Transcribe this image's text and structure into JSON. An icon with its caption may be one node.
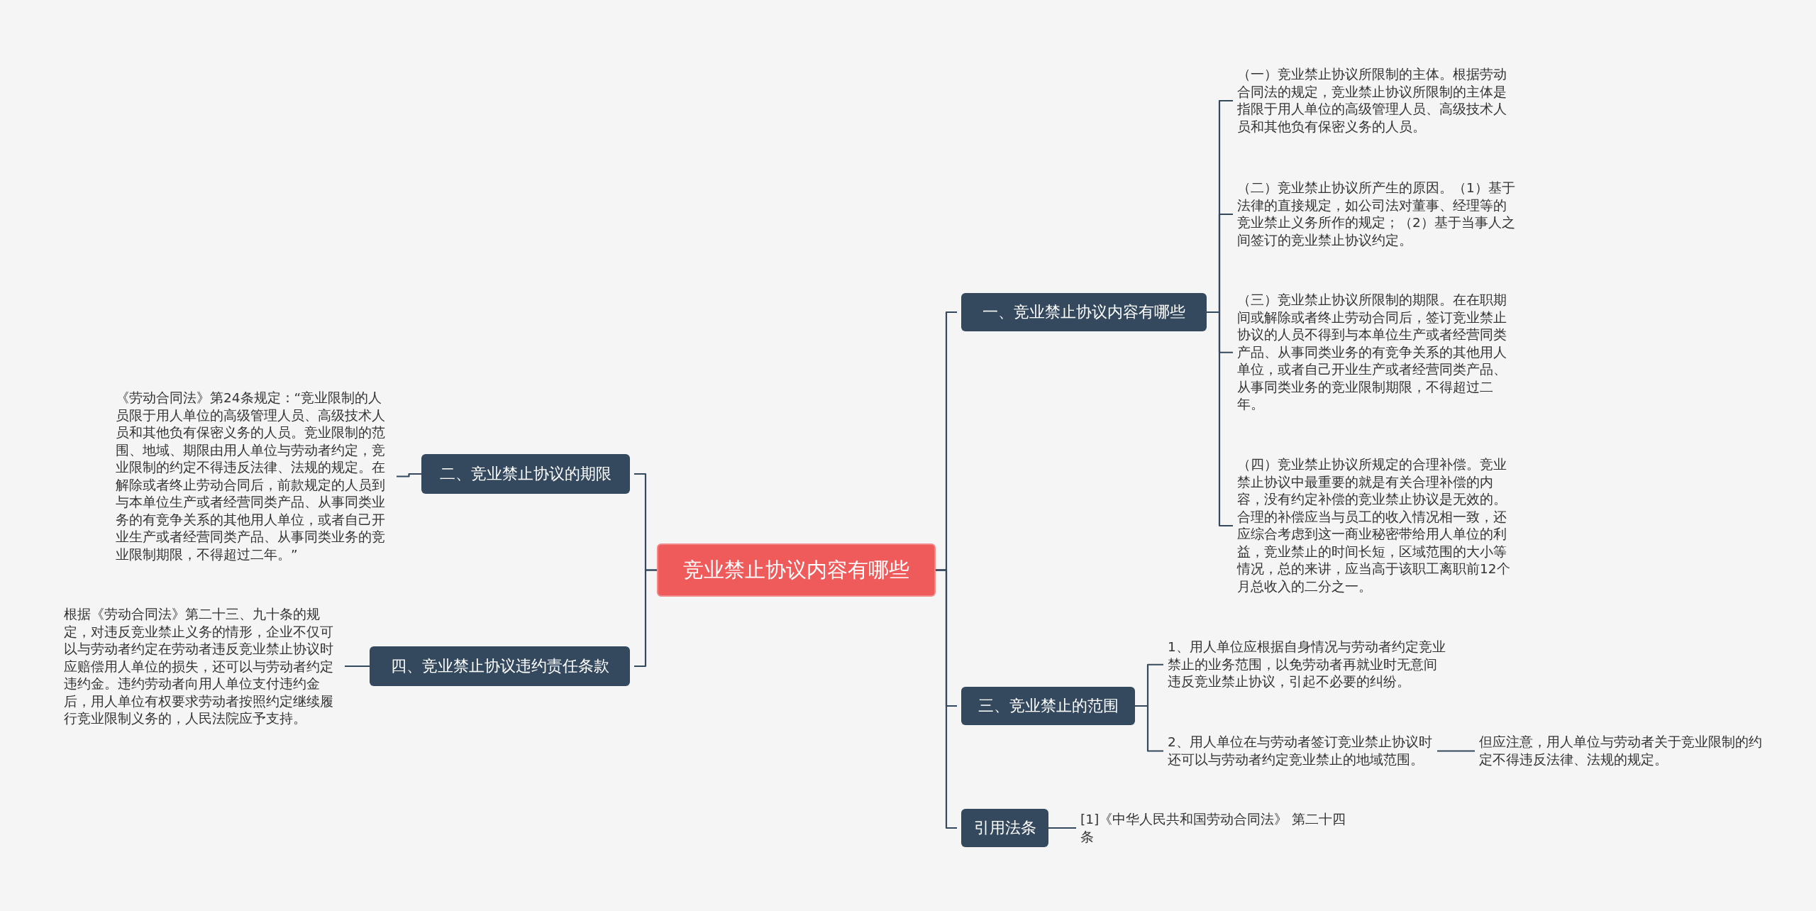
{
  "diagram": {
    "nodes": [
      {
        "text": [
          "竞业禁止协议内容有哪些"
        ]
      },
      {
        "text": [
          "一、竞业禁止协议内容有哪些"
        ]
      },
      {
        "text": [
          "（一）竞业禁止协议所限制的主体。根据劳动合同法的规定，竞业禁止协议所限制的主体是指限于用人单位的高级管理人员、高级技术人员和其他负有保密义务的人员。"
        ]
      },
      {
        "text": [
          "（二）竞业禁止协议所产生的原因。（1）基于法律的直接规定，如公司法对董事、经理等的竞业禁止义务所作的规定；（2）基于当事人之间签订的竞业禁止协议约定。"
        ]
      },
      {
        "text": [
          "（三）竞业禁止协议所限制的期限。在在职期间或解除或者终止劳动合同后，签订竞业禁止协议的人员不得到与本单位生产或者经营同类产品、从事同类业务的有竞争关系的其他用人单位，或者自己开业生产或者经营同类产品、从事同类业务的竞业限制期限，不得超过二年。"
        ]
      },
      {
        "text": [
          "（四）竞业禁止协议所规定的合理补偿。竞业禁止协议中最重要的就是有关合理补偿的内容，没有约定补偿的竞业禁止协议是无效的。合理的补偿应当与员工的收入情况相一致，还应综合考虑到这一商业秘密带给用人单位的利益，竞业禁止的时间长短，区域范围的大小等情况，总的来讲，应当高于该职工离职前12个月总收入的二分之一。"
        ]
      },
      {
        "text": [
          "二、竞业禁止协议的期限"
        ]
      },
      {
        "text": [
          "《劳动合同法》第24条规定：“竞业限制的人员限于用人单位的高级管理人员、高级技术人员和其他负有保密义务的人员。竞业限制的范围、地域、期限由用人单位与劳动者约定，竞业限制的约定不得违反法律、法规的规定。在解除或者终止劳动合同后，前款规定的人员到与本单位生产或者经营同类产品、从事同类业务的有竞争关系的其他用人单位，或者自己开业生产或者经营同类产品、从事同类业务的竞业限制期限，不得超过二年。”"
        ]
      },
      {
        "text": [
          "三、竞业禁止的范围"
        ]
      },
      {
        "text": [
          "1、用人单位应根据自身情况与劳动者约定竞业禁止的业务范围，以免劳动者再就业时无意间违反竞业禁止协议，引起不必要的纠纷。"
        ]
      },
      {
        "text": [
          "2、用人单位在与劳动者签订竞业禁止协议时还可以与劳动者约定竞业禁止的地域范围。"
        ]
      },
      {
        "text": [
          "但应注意，用人单位与劳动者关于竞业限制的约定不得违反法律、法规的规定。"
        ]
      },
      {
        "text": [
          "四、竞业禁止协议违约责任条款"
        ]
      },
      {
        "text": [
          "根据《劳动合同法》第二十三、九十条的规定，对违反竞业禁止义务的情形，企业不仅可以与劳动者约定在劳动者违反竞业禁止协议时应赔偿用人单位的损失，还可以与劳动者约定违约金。违约劳动者向用人单位支付违约金后，用人单位有权要求劳动者按照约定继续履行竞业限制义务的，人民法院应予支持。"
        ]
      },
      {
        "text": [
          "引用法条"
        ]
      },
      {
        "text": [
          "[1]《中华人民共和国劳动合同法》 第二十四条"
        ]
      }
    ],
    "edges": [
      {
        "from": 0,
        "to": 1,
        "arrow": "none"
      },
      {
        "from": 1,
        "to": 2,
        "arrow": "none"
      },
      {
        "from": 1,
        "to": 3,
        "arrow": "none"
      },
      {
        "from": 1,
        "to": 4,
        "arrow": "none"
      },
      {
        "from": 1,
        "to": 5,
        "arrow": "none"
      },
      {
        "from": 0,
        "to": 6,
        "arrow": "none"
      },
      {
        "from": 6,
        "to": 7,
        "arrow": "none"
      },
      {
        "from": 0,
        "to": 8,
        "arrow": "none"
      },
      {
        "from": 8,
        "to": 9,
        "arrow": "none"
      },
      {
        "from": 8,
        "to": 10,
        "arrow": "none"
      },
      {
        "from": 10,
        "to": 11,
        "arrow": "none"
      },
      {
        "from": 0,
        "to": 12,
        "arrow": "none"
      },
      {
        "from": 12,
        "to": 13,
        "arrow": "none"
      },
      {
        "from": 0,
        "to": 14,
        "arrow": "none"
      },
      {
        "from": 14,
        "to": 15,
        "arrow": "none"
      }
    ]
  }
}
